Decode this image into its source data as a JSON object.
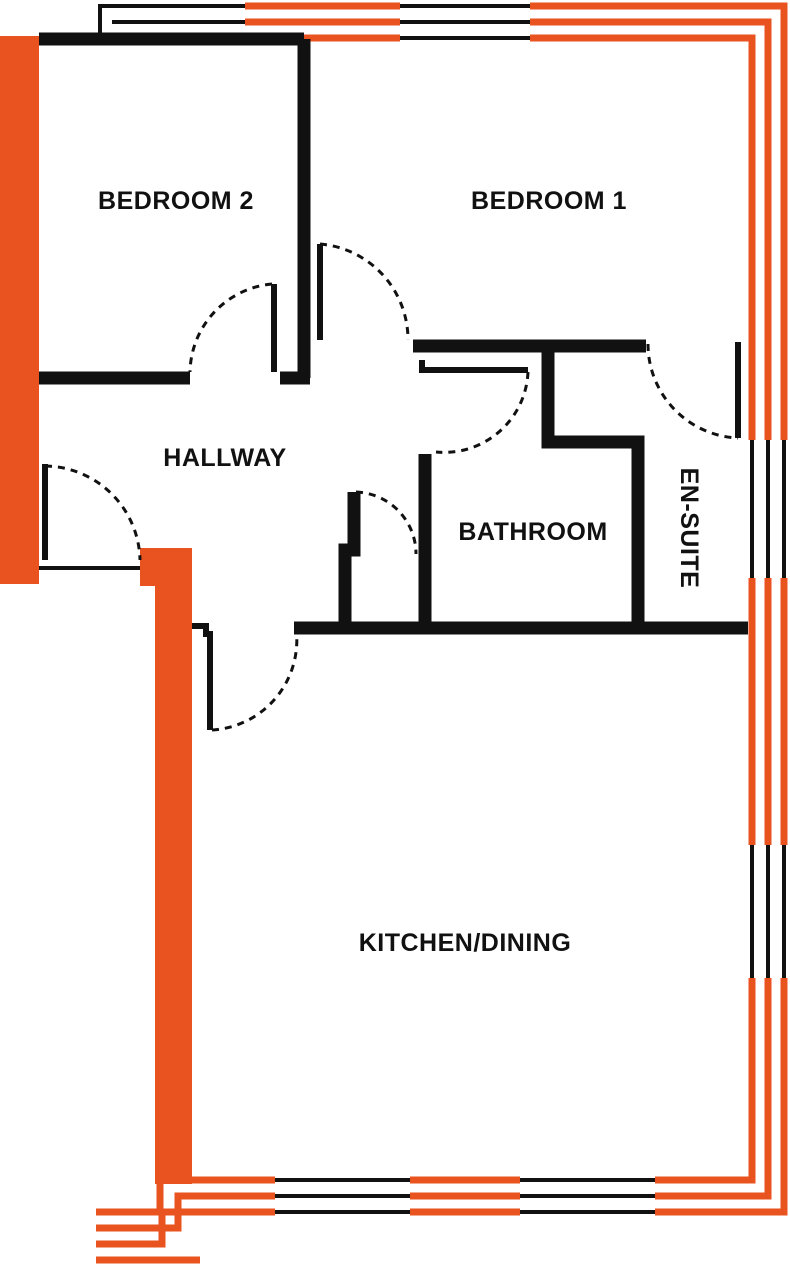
{
  "colors": {
    "wall": "#111111",
    "external_wall": "#e8531f",
    "background": "#ffffff"
  },
  "rooms": {
    "bedroom_2": "BEDROOM 2",
    "bedroom_1": "BEDROOM 1",
    "hallway": "HALLWAY",
    "bathroom": "BATHROOM",
    "en_suite": "EN-SUITE",
    "kitchen_dining": "KITCHEN/DINING"
  }
}
